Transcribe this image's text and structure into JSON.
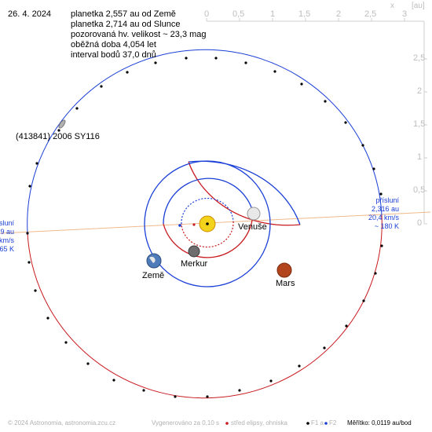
{
  "date": "26. 4. 2024",
  "info": {
    "line1": "planetka 2,557 au od Země",
    "line2": "planetka 2,714 au od Slunce",
    "line3": "pozorovaná hv. velikost ~ 23,3 mag",
    "line4": "oběžná doba 4,054 let",
    "line5": "interval bodů 37,0 dnů"
  },
  "axes": {
    "x_unit": "x",
    "unit": "[au]",
    "x_ticks": [
      "0",
      "0,5",
      "1",
      "1,5",
      "2",
      "2,5",
      "3"
    ],
    "y_ticks": [
      "2,5",
      "2",
      "1,5",
      "1",
      "0,5",
      "0"
    ]
  },
  "asteroid_label": "(413841) 2006 SY116",
  "perihelion": {
    "line1": "přísluní",
    "line2": "2,316 au",
    "line3": "20,4 km/s",
    "line4": "~ 180 K"
  },
  "aphelion_partial": {
    "line1": "sluní",
    "line2": "9 au",
    "line3": "km/s",
    "line4": "65 K"
  },
  "planets": {
    "venus": "Venuše",
    "mercury": "Merkur",
    "earth": "Země",
    "mars": "Mars"
  },
  "footer": {
    "copyright": "© 2024 Astronomia, astronomia.zcu.cz",
    "generated": "Vygenerováno za 0,10 s",
    "ellipse_center": "střed elipsy, ohniska",
    "f1": "F1 a",
    "f2": "F2",
    "scale": "Měřítko: 0,0119 au/bod"
  },
  "colors": {
    "orbit_blue": "#1a3fd6",
    "orbit_red": "#c8191e",
    "sun": "#f2d21a",
    "axis": "#c8c8c8",
    "apsis_line": "#f0b98a"
  }
}
